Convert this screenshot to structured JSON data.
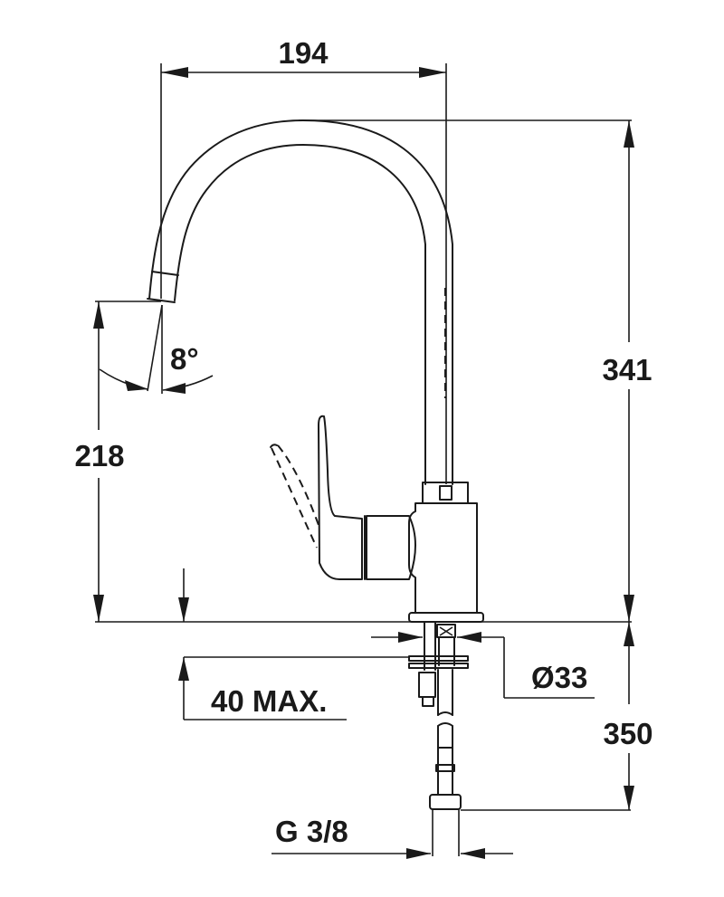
{
  "drawing": {
    "subject": "kitchen-faucet-technical-dimensions",
    "units": "mm",
    "line_color": "#1a1a1a",
    "background": "#ffffff"
  },
  "dimensions": {
    "spout_reach": "194",
    "total_height": "341",
    "spout_outlet_height": "218",
    "spout_angle": "8°",
    "mounting_hole_diameter": "Ø33",
    "max_countertop_thickness": "40 MAX.",
    "hose_length": "350",
    "connection_thread": "G 3/8"
  }
}
